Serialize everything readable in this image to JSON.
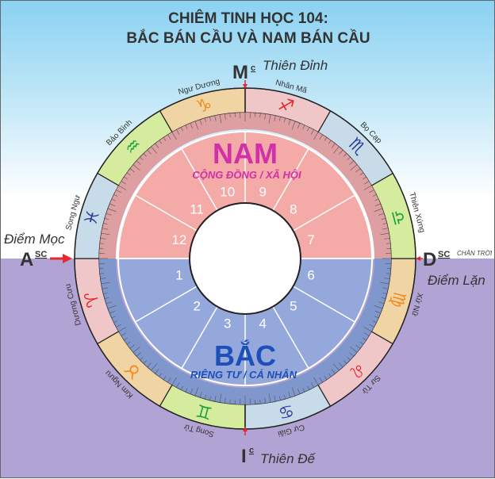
{
  "title": {
    "line1": "CHIÊM TINH HỌC 104:",
    "line2": "BẮC BÁN CẦU VÀ NAM BÁN CẦU"
  },
  "angles": {
    "mc": {
      "letter": "M",
      "sup": "c",
      "label": "Thiên Đỉnh"
    },
    "ic": {
      "letter": "I",
      "sup": "c",
      "label": "Thiên Đế"
    },
    "asc": {
      "letter": "A",
      "sup": "SC",
      "label": "Điểm Mọc"
    },
    "dsc": {
      "letter": "D",
      "sup": "SC",
      "label": "Điểm Lặn"
    },
    "horizon": "CHÂN TRỜI"
  },
  "hemispheres": {
    "south": {
      "title": "NAM",
      "subtitle": "CỘNG ĐỒNG / XÃ HỘI",
      "color": "#d130a8"
    },
    "north": {
      "title": "BẮC",
      "subtitle": "RIÊNG TƯ / CÁ NHÂN",
      "color": "#1e4fb8"
    }
  },
  "signs": [
    {
      "name": "Dương Cưu",
      "glyph": "♈",
      "fill": "#f0c7c9",
      "glyph_color": "#e8262c"
    },
    {
      "name": "Kim Ngưu",
      "glyph": "♉",
      "fill": "#f1d4a4",
      "glyph_color": "#f08a1c"
    },
    {
      "name": "Song Tử",
      "glyph": "♊",
      "fill": "#d5eb9e",
      "glyph_color": "#1aa33a"
    },
    {
      "name": "Cự Giải",
      "glyph": "♋",
      "fill": "#c8dbe8",
      "glyph_color": "#2c3e9a"
    },
    {
      "name": "Sư Tử",
      "glyph": "♌",
      "fill": "#f0c7c9",
      "glyph_color": "#e8262c"
    },
    {
      "name": "Xử Nữ",
      "glyph": "♍",
      "fill": "#f1d4a4",
      "glyph_color": "#f08a1c"
    },
    {
      "name": "Thiên Xứng",
      "glyph": "♎",
      "fill": "#d5eb9e",
      "glyph_color": "#1aa33a"
    },
    {
      "name": "Bọ Cạp",
      "glyph": "♏",
      "fill": "#c8dbe8",
      "glyph_color": "#2c3e9a"
    },
    {
      "name": "Nhân Mã",
      "glyph": "♐",
      "fill": "#f0c7c9",
      "glyph_color": "#e8262c"
    },
    {
      "name": "Ngư Dương",
      "glyph": "♑",
      "fill": "#f1d4a4",
      "glyph_color": "#f08a1c"
    },
    {
      "name": "Bảo Bình",
      "glyph": "♒",
      "fill": "#d5eb9e",
      "glyph_color": "#1aa33a"
    },
    {
      "name": "Song Ngư",
      "glyph": "♓",
      "fill": "#c8dbe8",
      "glyph_color": "#2c3e9a"
    }
  ],
  "houses": [
    "1",
    "2",
    "3",
    "4",
    "5",
    "6",
    "7",
    "8",
    "9",
    "10",
    "11",
    "12"
  ],
  "colors": {
    "upper_house": "#f4aaa7",
    "upper_ticks": "#dd9fa2",
    "lower_house": "#94a8db",
    "lower_ticks": "#7f97cd",
    "arrow": "#e8262c"
  }
}
